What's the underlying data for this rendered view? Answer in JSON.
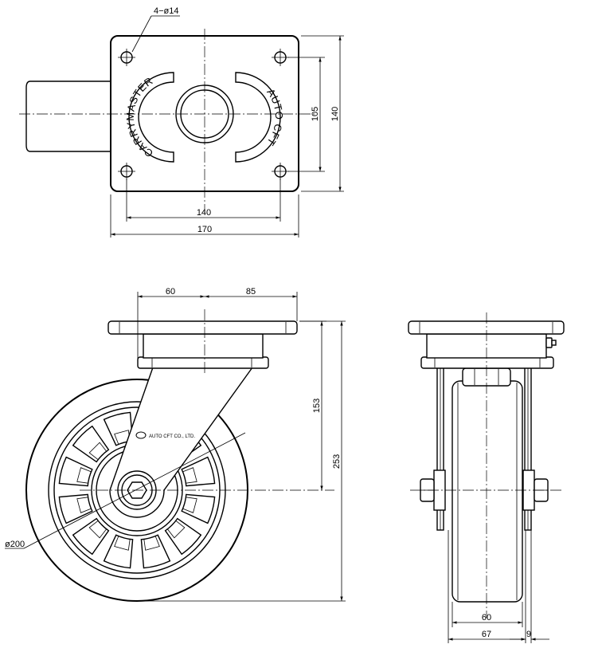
{
  "labels": {
    "holes": "4−ø14",
    "dim_140_plate_w": "140",
    "dim_170": "170",
    "dim_105": "105",
    "dim_140_plate_h": "140",
    "dim_60_top": "60",
    "dim_85": "85",
    "dim_153": "153",
    "dim_253": "253",
    "dim_wheel_dia": "ø200",
    "dim_60_bottom": "60",
    "dim_67": "67",
    "dim_9": "9"
  },
  "plate_text": {
    "left_arc": "CARRYMASTER",
    "right_arc": "AUTO CFT"
  },
  "logo_text": "AUTO CFT CO., LTD."
}
